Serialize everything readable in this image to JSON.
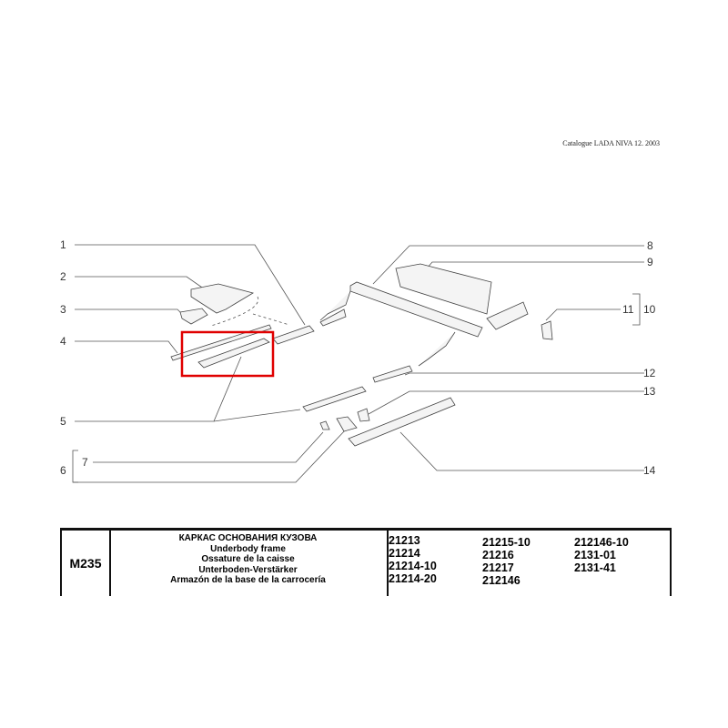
{
  "header": {
    "catalog": "Catalogue LADA NIVA 12. 2003"
  },
  "callouts": [
    "1",
    "2",
    "3",
    "4",
    "5",
    "6",
    "7",
    "8",
    "9",
    "10",
    "11",
    "12",
    "13",
    "14"
  ],
  "highlight_color": "#e00000",
  "table": {
    "code": "M235",
    "titles": [
      "КАРКАС ОСНОВАНИЯ КУЗОВА",
      "Underbody frame",
      "Ossature de la caisse",
      "Unterboden-Verstärker",
      "Armazón de la base de la carrocería"
    ],
    "models": [
      [
        "21213",
        "21214",
        "21214-10",
        "21214-20"
      ],
      [
        "21215-10",
        "21216",
        "21217",
        "212146"
      ],
      [
        "212146-10",
        "2131-01",
        "2131-41"
      ]
    ]
  }
}
